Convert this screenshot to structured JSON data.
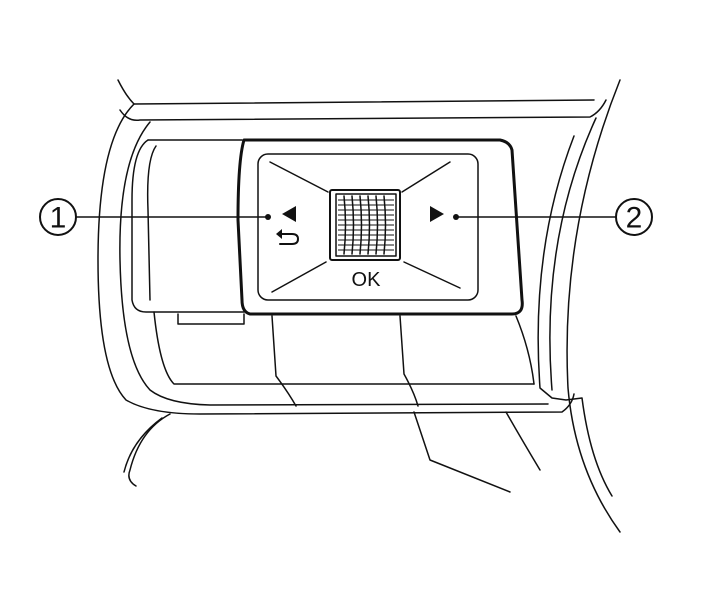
{
  "diagram": {
    "control_label": "OK",
    "callouts": [
      {
        "id": "1",
        "label": "1"
      },
      {
        "id": "2",
        "label": "2"
      }
    ],
    "icons": {
      "left_arrow": "left-triangle-arrow",
      "right_arrow": "right-triangle-arrow",
      "back": "back-return-arrow",
      "scroll_wheel": "knurled-scroll-wheel"
    }
  }
}
